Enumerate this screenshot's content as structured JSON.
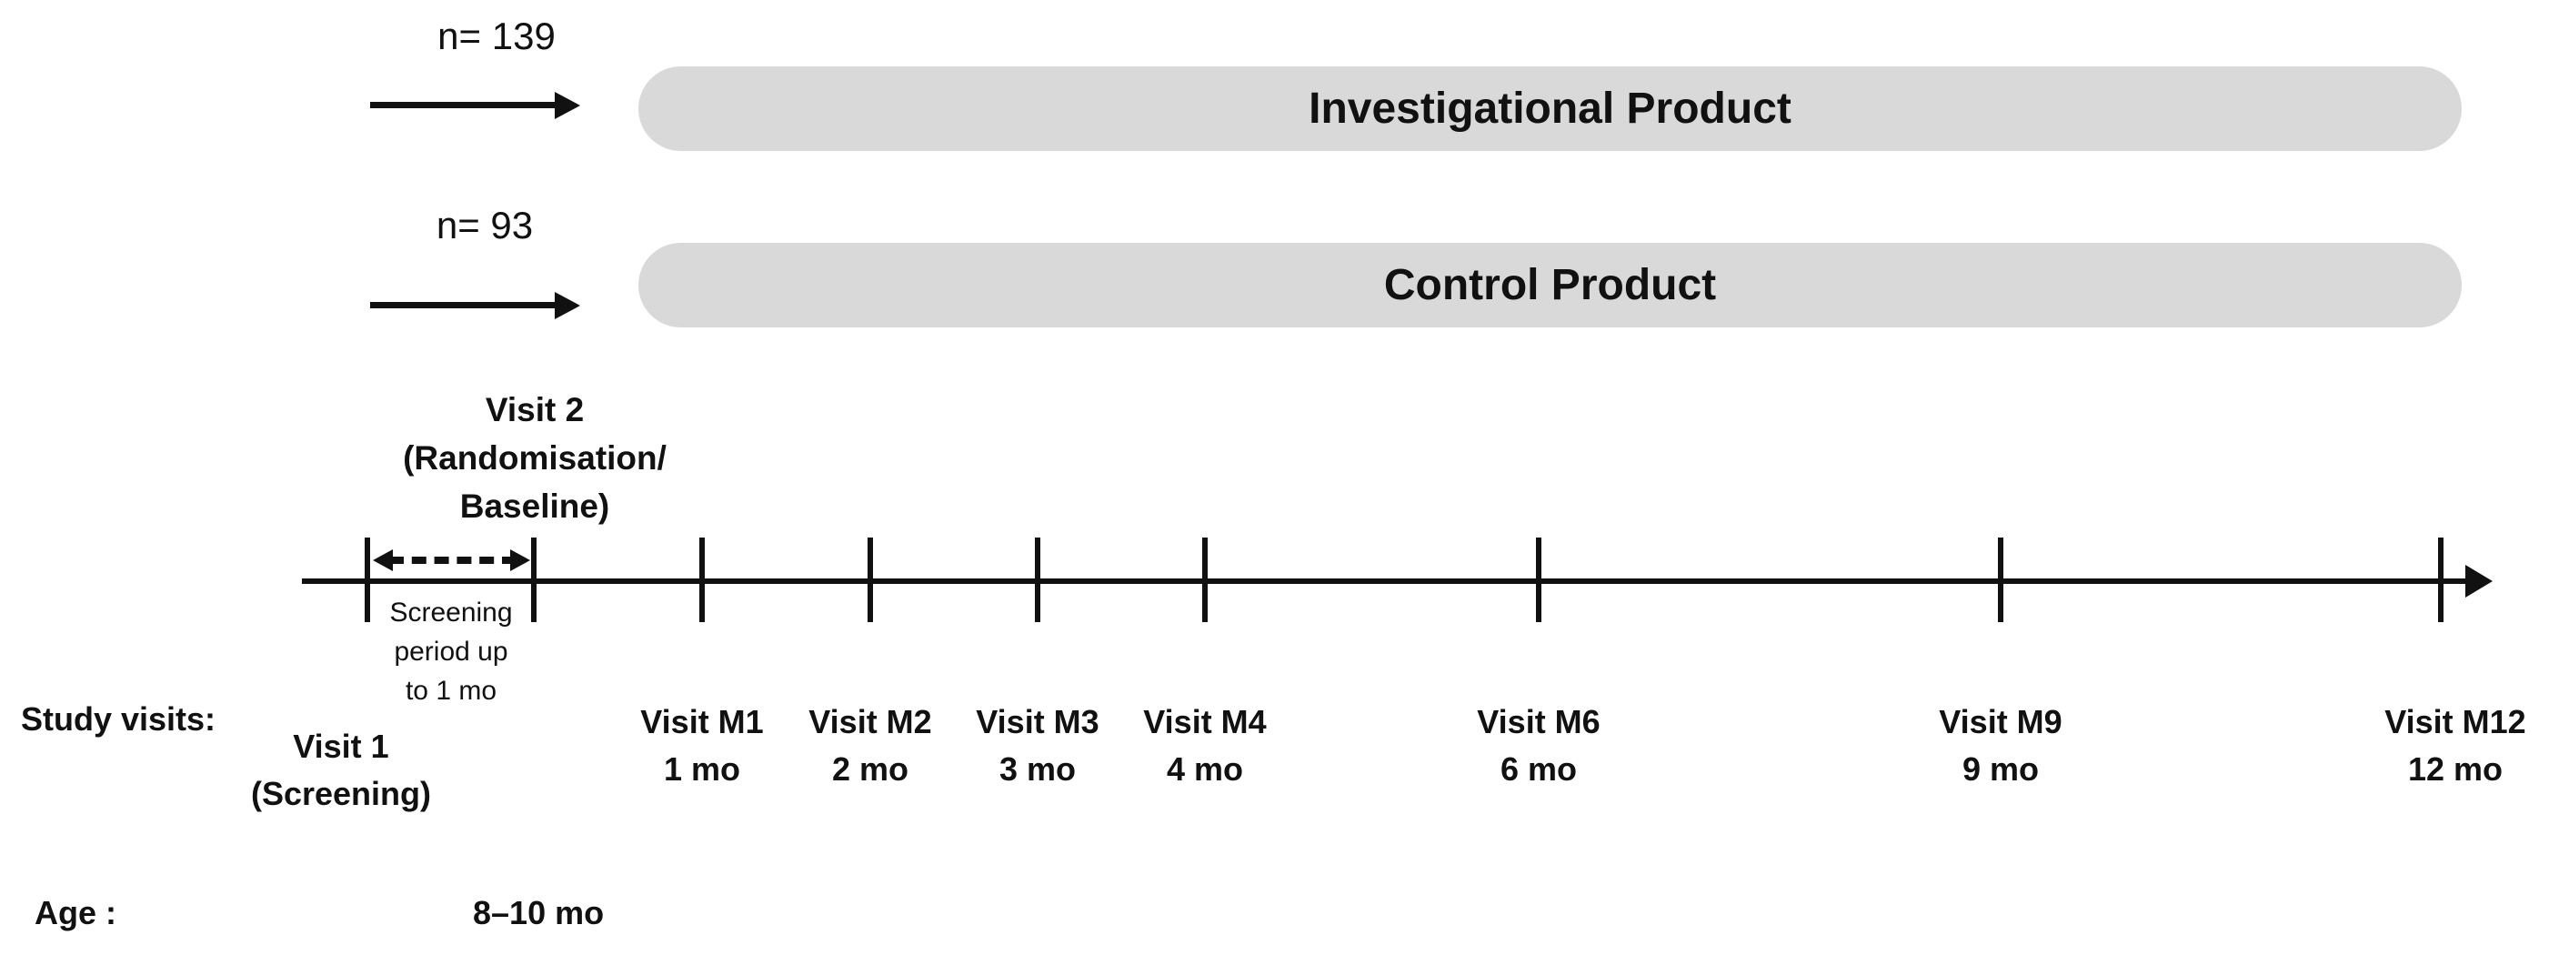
{
  "arms": [
    {
      "n_label": "n= 139",
      "product_label": "Investigational Product"
    },
    {
      "n_label": "n= 93",
      "product_label": "Control Product"
    }
  ],
  "randomisation_visit": {
    "line1": "Visit 2",
    "line2": "(Randomisation/",
    "line3": "Baseline)"
  },
  "screening_period": {
    "line1": "Screening",
    "line2": "period up",
    "line3": "to 1 mo"
  },
  "study_visits_label": "Study visits:",
  "visits": [
    {
      "name": "Visit 1",
      "sub": "(Screening)"
    },
    {
      "name": "Visit M1",
      "sub": "1 mo"
    },
    {
      "name": "Visit M2",
      "sub": "2 mo"
    },
    {
      "name": "Visit M3",
      "sub": "3 mo"
    },
    {
      "name": "Visit M4",
      "sub": "4 mo"
    },
    {
      "name": "Visit M6",
      "sub": "6 mo"
    },
    {
      "name": "Visit M9",
      "sub": "9 mo"
    },
    {
      "name": "Visit M12",
      "sub": "12 mo"
    }
  ],
  "age": {
    "label": "Age :",
    "value": "8–10 mo"
  },
  "colors": {
    "bar_bg": "#d9d9d9",
    "ink": "#111111",
    "background": "#ffffff"
  }
}
